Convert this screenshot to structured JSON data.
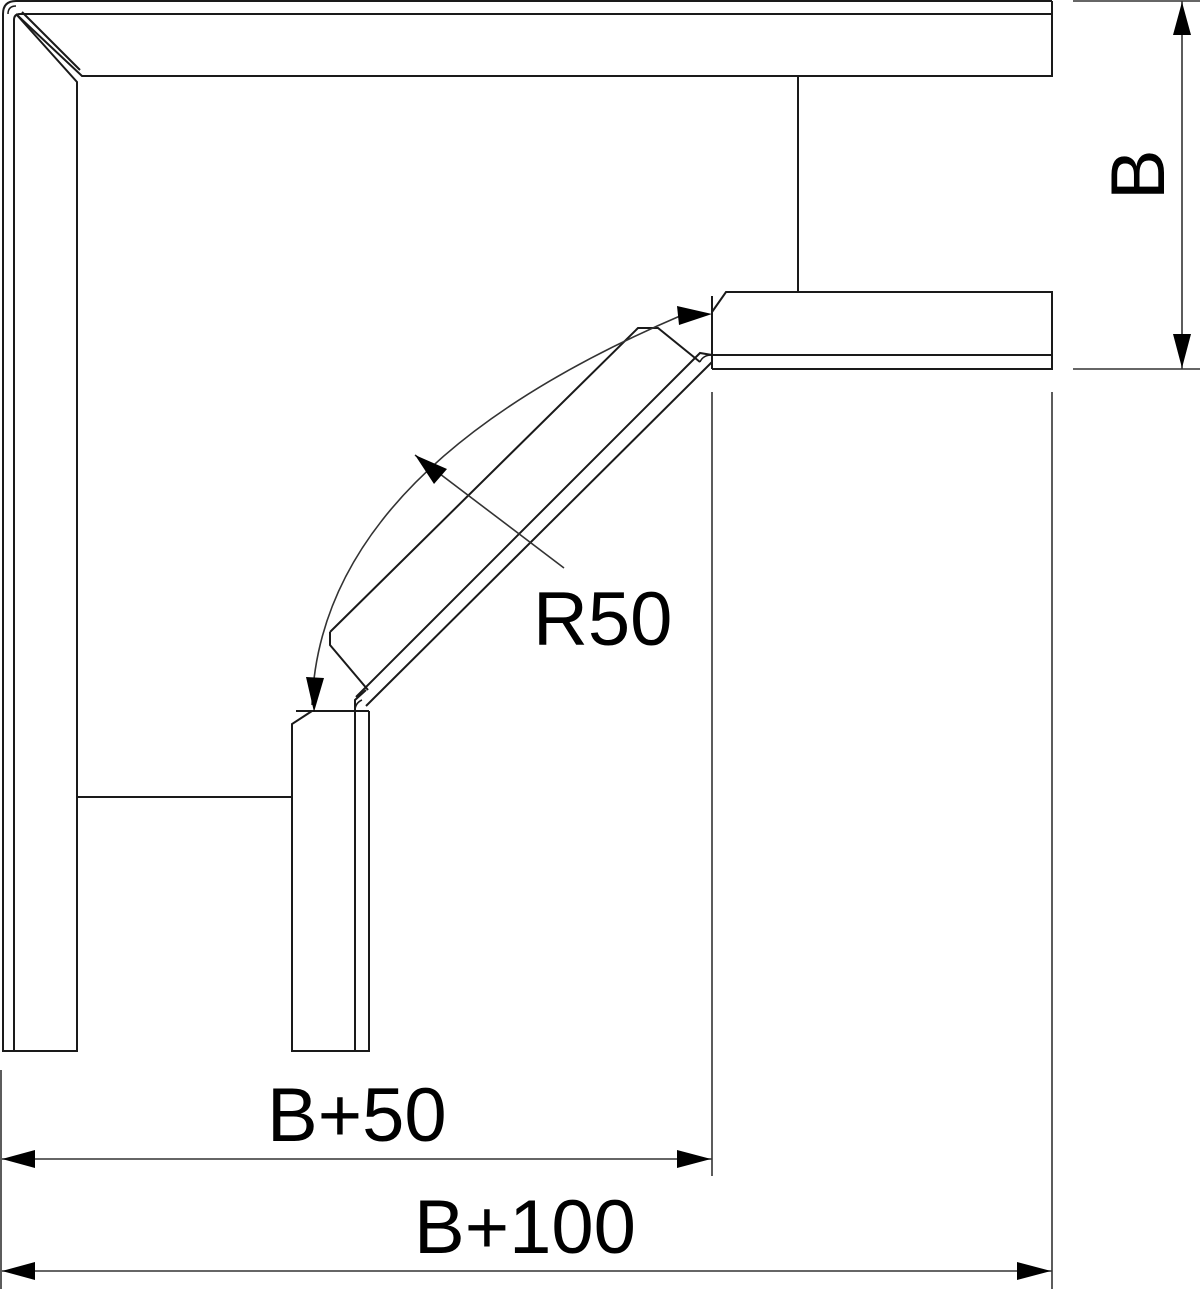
{
  "drawing": {
    "type": "technical-drawing",
    "subject": "cable tray 90-degree bend, top view",
    "line_color": "#1a1a1a",
    "background": "#ffffff"
  },
  "dimensions": {
    "width_b": {
      "label": "B",
      "orientation": "vertical"
    },
    "radius": {
      "label": "R50"
    },
    "inner_length": {
      "label": "B+50",
      "orientation": "horizontal"
    },
    "outer_length": {
      "label": "B+100",
      "orientation": "horizontal"
    }
  }
}
